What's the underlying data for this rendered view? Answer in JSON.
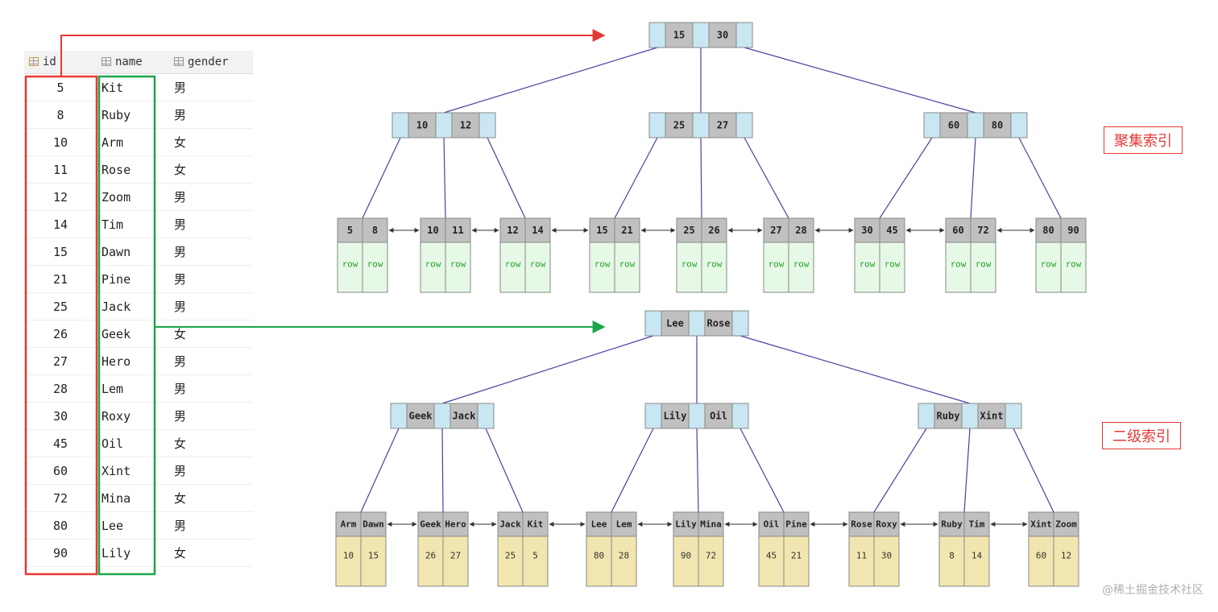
{
  "table": {
    "headers": [
      "id",
      "name",
      "gender"
    ],
    "rows": [
      [
        "5",
        "Kit",
        "男"
      ],
      [
        "8",
        "Ruby",
        "男"
      ],
      [
        "10",
        "Arm",
        "女"
      ],
      [
        "11",
        "Rose",
        "女"
      ],
      [
        "12",
        "Zoom",
        "男"
      ],
      [
        "14",
        "Tim",
        "男"
      ],
      [
        "15",
        "Dawn",
        "男"
      ],
      [
        "21",
        "Pine",
        "男"
      ],
      [
        "25",
        "Jack",
        "男"
      ],
      [
        "26",
        "Geek",
        "女"
      ],
      [
        "27",
        "Hero",
        "男"
      ],
      [
        "28",
        "Lem",
        "男"
      ],
      [
        "30",
        "Roxy",
        "男"
      ],
      [
        "45",
        "Oil",
        "女"
      ],
      [
        "60",
        "Xint",
        "男"
      ],
      [
        "72",
        "Mina",
        "女"
      ],
      [
        "80",
        "Lee",
        "男"
      ],
      [
        "90",
        "Lily",
        "女"
      ]
    ]
  },
  "clustered": {
    "label": "聚集索引",
    "root": [
      "15",
      "30"
    ],
    "internal": [
      [
        "10",
        "12"
      ],
      [
        "25",
        "27"
      ],
      [
        "60",
        "80"
      ]
    ],
    "leaves": [
      [
        "5",
        "8"
      ],
      [
        "10",
        "11"
      ],
      [
        "12",
        "14"
      ],
      [
        "15",
        "21"
      ],
      [
        "25",
        "26"
      ],
      [
        "27",
        "28"
      ],
      [
        "30",
        "45"
      ],
      [
        "60",
        "72"
      ],
      [
        "80",
        "90"
      ]
    ],
    "leaf_value": "row"
  },
  "secondary": {
    "label": "二级索引",
    "root": [
      "Lee",
      "Rose"
    ],
    "internal": [
      [
        "Geek",
        "Jack"
      ],
      [
        "Lily",
        "Oil"
      ],
      [
        "Ruby",
        "Xint"
      ]
    ],
    "leaves": [
      {
        "keys": [
          "Arm",
          "Dawn"
        ],
        "vals": [
          "10",
          "15"
        ]
      },
      {
        "keys": [
          "Geek",
          "Hero"
        ],
        "vals": [
          "26",
          "27"
        ]
      },
      {
        "keys": [
          "Jack",
          "Kit"
        ],
        "vals": [
          "25",
          "5"
        ]
      },
      {
        "keys": [
          "Lee",
          "Lem"
        ],
        "vals": [
          "80",
          "28"
        ]
      },
      {
        "keys": [
          "Lily",
          "Mina"
        ],
        "vals": [
          "90",
          "72"
        ]
      },
      {
        "keys": [
          "Oil",
          "Pine"
        ],
        "vals": [
          "45",
          "21"
        ]
      },
      {
        "keys": [
          "Rose",
          "Roxy"
        ],
        "vals": [
          "11",
          "30"
        ]
      },
      {
        "keys": [
          "Ruby",
          "Tim"
        ],
        "vals": [
          "8",
          "14"
        ]
      },
      {
        "keys": [
          "Xint",
          "Zoom"
        ],
        "vals": [
          "60",
          "12"
        ]
      }
    ]
  },
  "watermark": "@稀土掘金技术社区",
  "colors": {
    "key_fill": "#c0c0c0",
    "pointer_fill": "#c9e7f2",
    "row_fill": "#e6f9e6",
    "row_text": "#2e9e2e",
    "value_fill": "#f2e6b0",
    "edge": "#4a40a0",
    "red": "#e53935",
    "green": "#1aa84a"
  }
}
